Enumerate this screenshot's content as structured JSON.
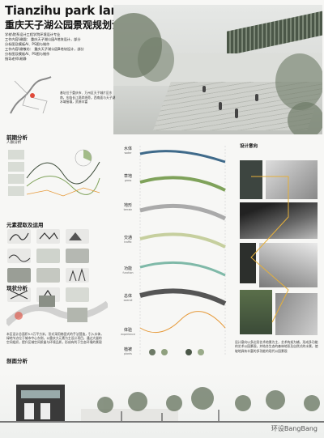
{
  "header": {
    "title_en": "Tianzihu park landscape",
    "title_cn": "重庆天子湖公园景观规划设计",
    "info_lines": [
      "学校\\院系设计工程学院环境设计专业",
      "工作内容\\谢圆：    重庆天子湖公园A地块设计，部分",
      "                    分析图及模板AI、PS图与制作",
      "工作内容\\谢敬坊：  重庆天子湖公园B地块设计，部分",
      "                    分析图及模板AI、PS图与制作",
      "指导老师\\易静"
    ]
  },
  "site": {
    "description": "基址位于重庆市、万州区天子城片区东南，东临长江两岸线旁，西南面与天子湖水域接壤，资源丰富"
  },
  "analysis": {
    "section_title": "前期分析",
    "population_label": "人群分析",
    "elements_title": "元素提取及运用",
    "status_title": "现状分析",
    "elevation_title": "剖面分析",
    "body_text": "本区设计总面积5.5万平方米，形式采用梯田式的手法营造，引入水体，绿地节点位于城市中心东侧，以重庆大元素为主设计项目，通过大量的空间组织，提升区域空间质量与环境品质，形成有利于生态环境的景观"
  },
  "layers": [
    {
      "cn": "水体",
      "en": "water"
    },
    {
      "cn": "草地",
      "en": "grass"
    },
    {
      "cn": "地形",
      "en": "terrain"
    },
    {
      "cn": "交通",
      "en": "traffic"
    },
    {
      "cn": "功能",
      "en": "function"
    },
    {
      "cn": "总体",
      "en": "overall"
    },
    {
      "cn": "体验",
      "en": "experience"
    },
    {
      "cn": "植被",
      "en": "plants"
    }
  ],
  "design": {
    "title": "设计意向",
    "text": "设计意向以多边形艺术地景为主，艺术构架为辅，形成多功能的艺术公园景观，并结合生态的森林地形及自然式的水景，使坡地具有丰富的多功能的现代公园景观"
  },
  "footer": {
    "watermark": "环设BangBang"
  },
  "colors": {
    "accent": "#3a4a37",
    "bg": "#f7f7f5",
    "water": "#3f6a8a",
    "grass": "#7fa25a",
    "orange": "#e69a3a"
  }
}
